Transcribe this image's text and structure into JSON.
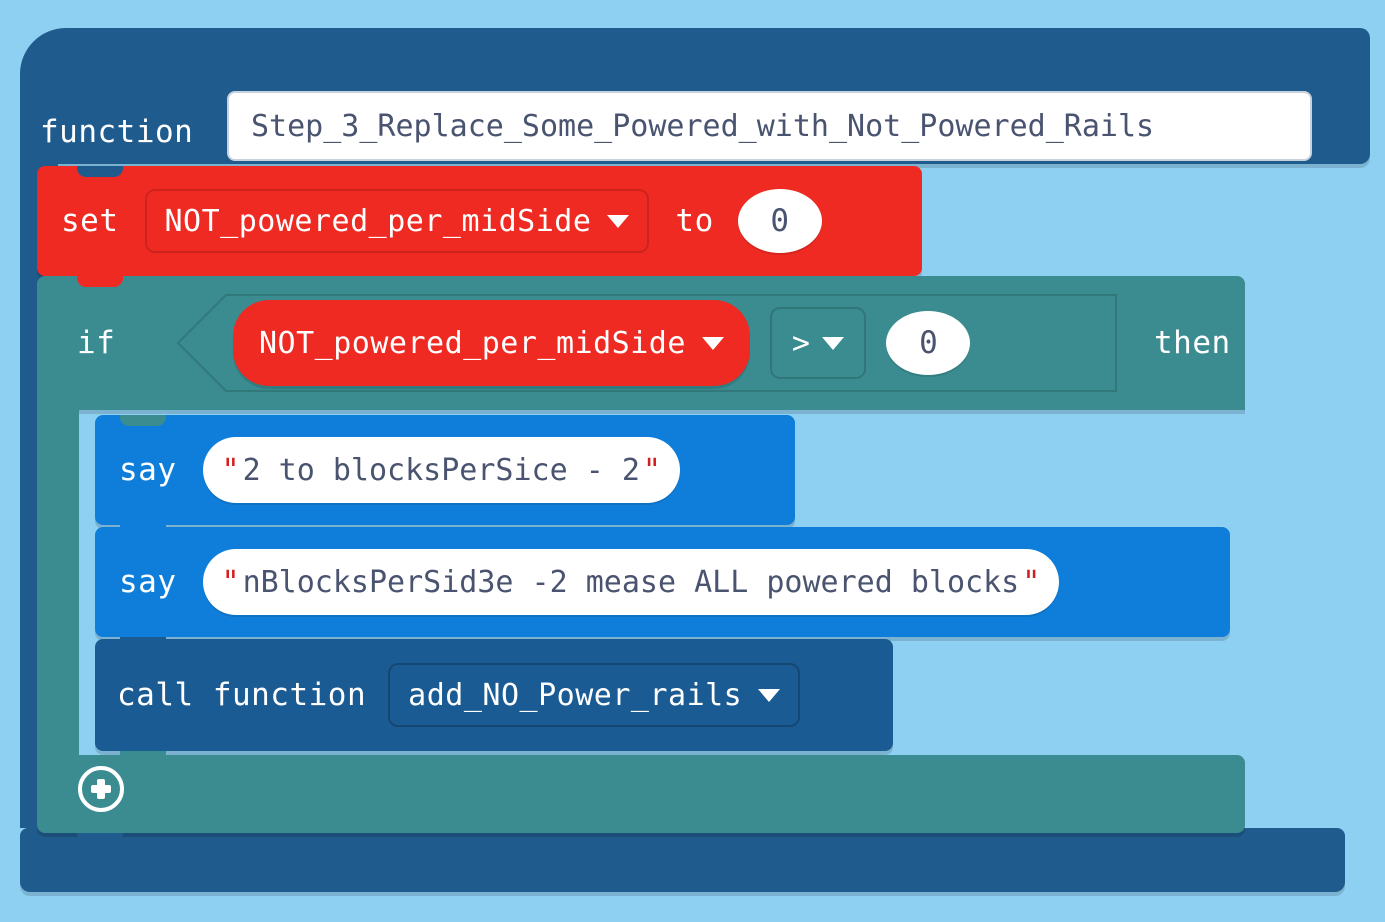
{
  "editor": {
    "background_color": "#8ed0f2",
    "kind": "blockly-workspace"
  },
  "function_definition": {
    "keyword": "function",
    "name": "Step_3_Replace_Some_Powered_with_Not_Powered_Rails",
    "block_color": "#205B8D"
  },
  "blocks": [
    {
      "id": "set",
      "type": "variables_set",
      "color": "#EE2A22",
      "keyword": "set",
      "variable": "NOT_powered_per_midSide",
      "connector": "to",
      "value": "0",
      "dropdown_icon": "chevron-down-icon"
    },
    {
      "id": "if",
      "type": "controls_if",
      "color": "#3A8C90",
      "keyword": "if",
      "then_keyword": "then",
      "condition": {
        "left_variable": "NOT_powered_per_midSide",
        "left_variable_color": "#EE2A22",
        "operator": ">",
        "right_value": "0",
        "dropdown_icon": "chevron-down-icon"
      },
      "add_branch_icon": "plus-circle-icon"
    },
    {
      "id": "say-1",
      "type": "say",
      "color": "#0F7EDB",
      "keyword": "say",
      "string_value": "2 to blocksPerSice - 2",
      "quote": "\"",
      "quote_color": "#d1201f"
    },
    {
      "id": "say-2",
      "type": "say",
      "color": "#0F7EDB",
      "keyword": "say",
      "string_value": "nBlocksPerSid3e -2 mease ALL powered blocks",
      "quote": "\"",
      "quote_color": "#d1201f"
    },
    {
      "id": "call",
      "type": "function_call",
      "color": "#1B5B94",
      "keyword": "call function",
      "target_function": "add_NO_Power_rails",
      "dropdown_icon": "chevron-down-icon"
    }
  ]
}
